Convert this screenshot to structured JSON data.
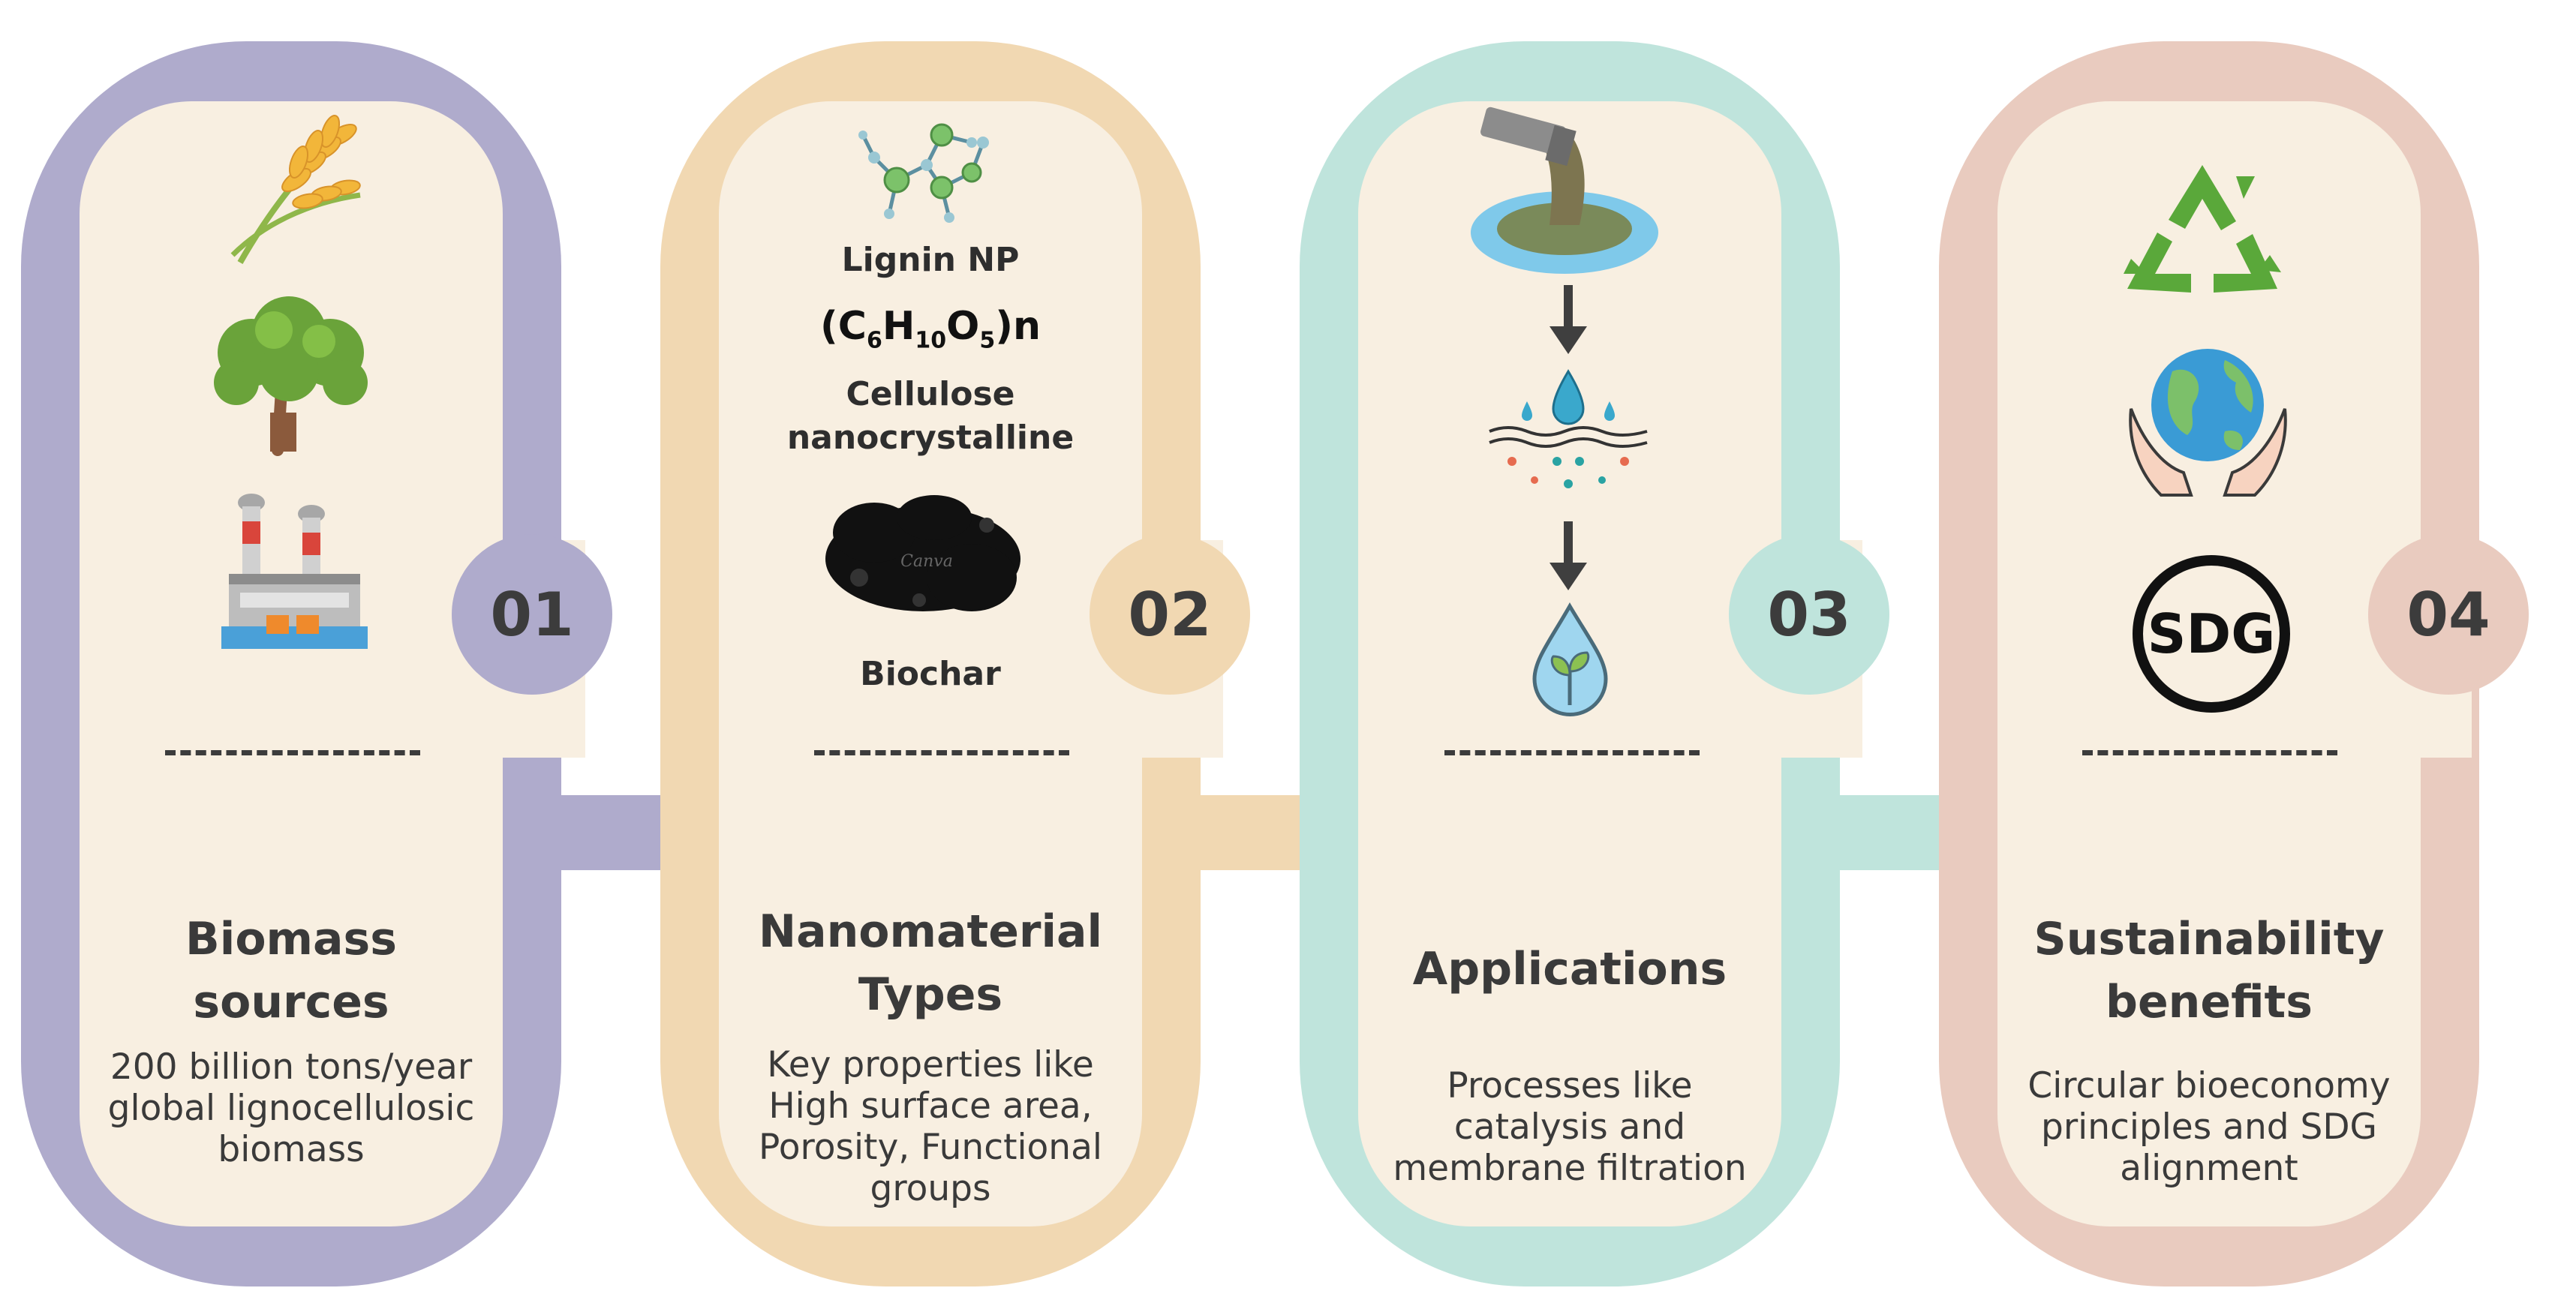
{
  "steps": [
    {
      "number": "01",
      "title_line1": "Biomass",
      "title_line2": "sources",
      "description": [
        "200 billion tons/year",
        "global lignocellulosic",
        "biomass"
      ],
      "frame_color": "#afabcc",
      "icons": [
        "wheat-icon",
        "tree-icon",
        "factory-icon"
      ]
    },
    {
      "number": "02",
      "title_line1": "Nanomaterial",
      "title_line2": "Types",
      "description": [
        "Key properties like",
        "High surface area,",
        "Porosity, Functional",
        "groups"
      ],
      "frame_color": "#f1d8b2",
      "icons": [
        "molecule-icon",
        "biochar-icon"
      ],
      "labels": {
        "lignin": "Lignin NP",
        "formula_main": "(C",
        "formula_sub1": "6",
        "formula_h": "H",
        "formula_sub2": "10",
        "formula_o": "O",
        "formula_sub3": "5",
        "formula_end": ")n",
        "cellulose_line1": "Cellulose",
        "cellulose_line2": "nanocrystalline",
        "biochar": "Biochar",
        "biochar_watermark": "Canva"
      }
    },
    {
      "number": "03",
      "title_line1": "Applications",
      "description": [
        "Processes like",
        "catalysis and",
        "membrane filtration"
      ],
      "frame_color": "#bfe4dc",
      "icons": [
        "wastewater-icon",
        "arrow-down-icon",
        "filtration-icon",
        "arrow-down-icon",
        "clean-water-icon"
      ]
    },
    {
      "number": "04",
      "title_line1": "Sustainability",
      "title_line2": "benefits",
      "description": [
        "Circular bioeconomy",
        "principles and SDG",
        "alignment"
      ],
      "frame_color": "#e9cbbf",
      "icons": [
        "recycle-icon",
        "globe-hands-icon",
        "sdg-icon"
      ],
      "sdg_text": "SDG"
    }
  ],
  "colors": {
    "panel_fill": "#f8efe1",
    "step1": "#afabcc",
    "step2": "#f1d8b2",
    "step3": "#bfe4dc",
    "step4": "#e9cbbf"
  }
}
